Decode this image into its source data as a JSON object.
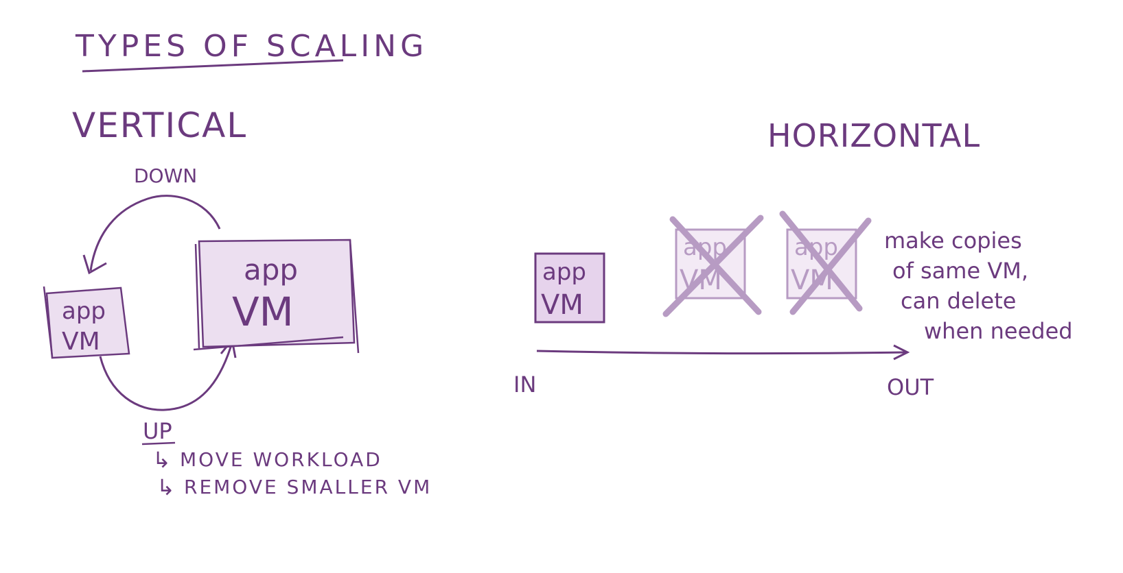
{
  "title": "TYPES OF SCALING",
  "colors": {
    "ink": "#6b3a7e",
    "box_fill": "#ecdff0",
    "box_fill_solid": "#e6d3ec",
    "box_faded_fill": "#f3eaf5",
    "ink_faded": "#b79bc3"
  },
  "vertical": {
    "heading": "VERTICAL",
    "down_label": "DOWN",
    "up_label": "UP",
    "small_box": {
      "app": "app",
      "vm": "VM"
    },
    "large_box": {
      "app": "app",
      "vm": "VM"
    },
    "notes": [
      {
        "arrow": "↳",
        "text": "MOVE WORKLOAD"
      },
      {
        "arrow": "↳",
        "text": "REMOVE SMALLER VM"
      }
    ]
  },
  "horizontal": {
    "heading": "HORIZONTAL",
    "in_label": "IN",
    "out_label": "OUT",
    "active_box": {
      "app": "app",
      "vm": "VM"
    },
    "copies": [
      {
        "app": "app",
        "vm": "VM",
        "crossed": true
      },
      {
        "app": "app",
        "vm": "VM",
        "crossed": true
      }
    ],
    "note_lines": [
      "make copies",
      "of same VM,",
      "can delete",
      "when needed"
    ]
  }
}
